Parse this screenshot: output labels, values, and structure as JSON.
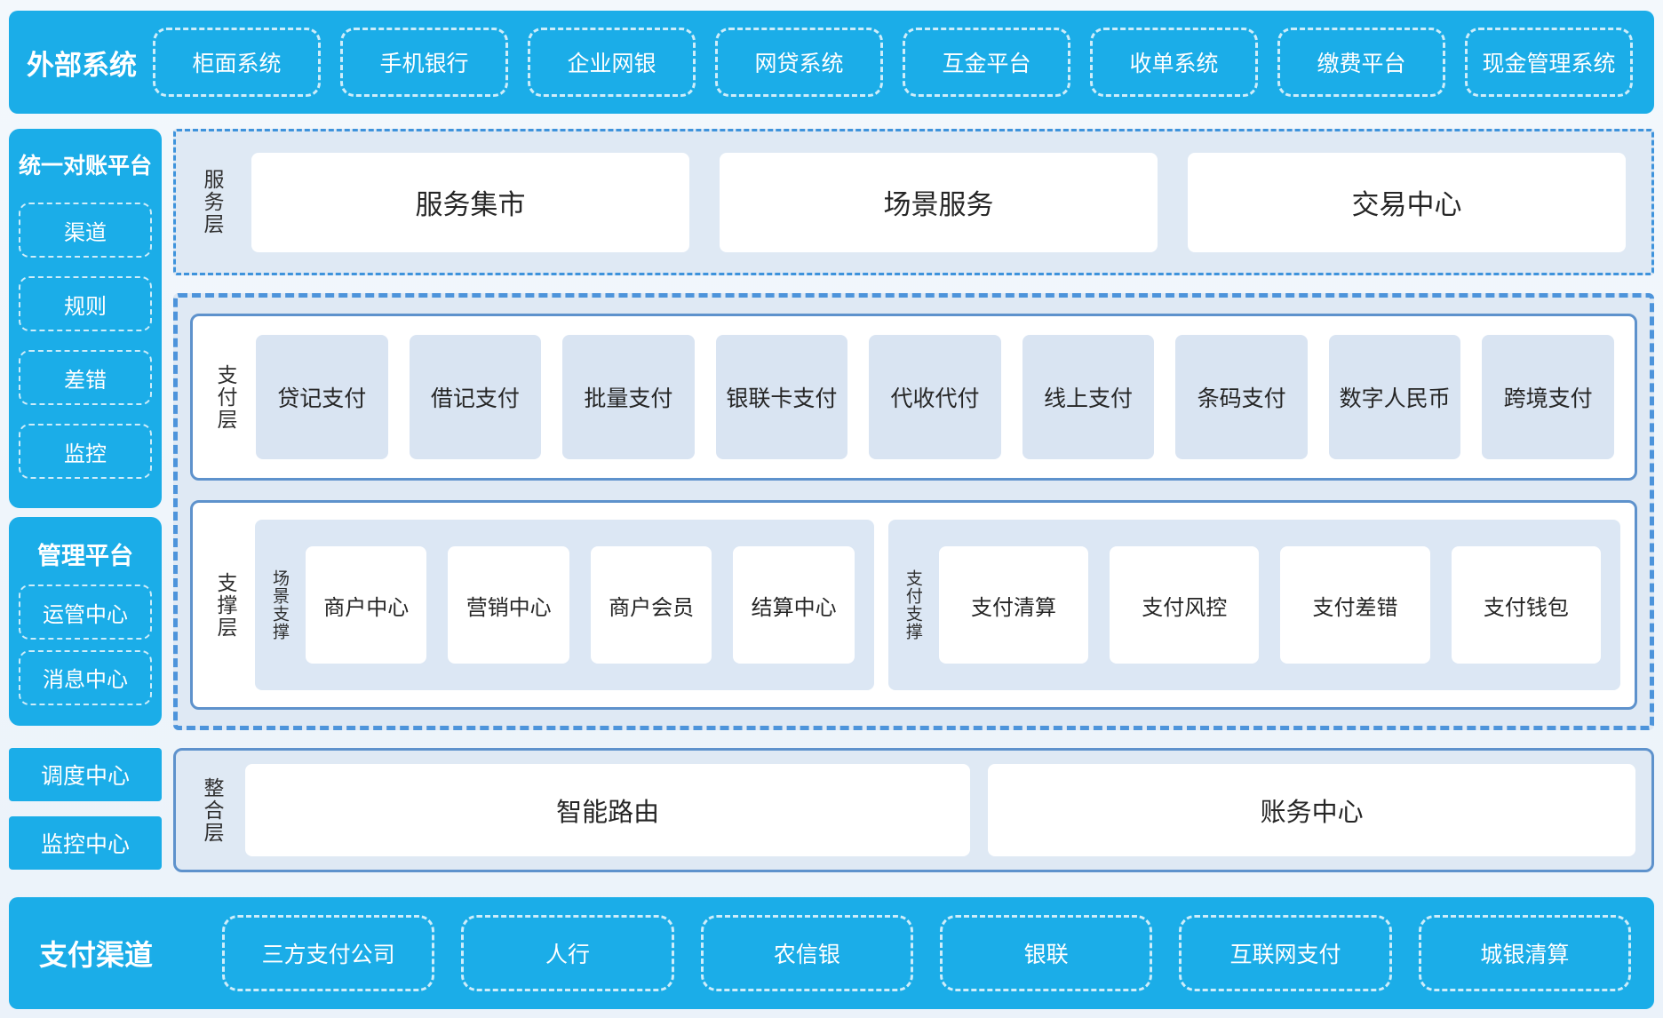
{
  "colors": {
    "band_blue": "#1BADE8",
    "panel_light_blue": "#DFE9F4",
    "tile_blue": "#D9E4F2",
    "solid_border_blue": "#5E92CC",
    "dashed_border_blue": "#4D94DB",
    "text_dark": "#262626",
    "text_white": "#FFFFFF"
  },
  "external_systems": {
    "title": "外部系统",
    "items": [
      "柜面系统",
      "手机银行",
      "企业网银",
      "网贷系统",
      "互金平台",
      "收单系统",
      "缴费平台",
      "现金管理系统"
    ]
  },
  "reconciliation_platform": {
    "title": "统一对账平台",
    "items": [
      "渠道",
      "规则",
      "差错",
      "监控"
    ]
  },
  "management_platform": {
    "title": "管理平台",
    "items": [
      "运管中心",
      "消息中心"
    ]
  },
  "left_buttons": {
    "dispatch_center": "调度中心",
    "monitor_center": "监控中心"
  },
  "service_layer": {
    "label": "服务层",
    "items": [
      "服务集市",
      "场景服务",
      "交易中心"
    ]
  },
  "payment_layer": {
    "label": "支付层",
    "items": [
      "贷记支付",
      "借记支付",
      "批量支付",
      "银联卡支付",
      "代收代付",
      "线上支付",
      "条码支付",
      "数字人民币",
      "跨境支付"
    ]
  },
  "support_layer": {
    "label": "支撑层",
    "groups": [
      {
        "label": "场景支撑",
        "items": [
          "商户中心",
          "营销中心",
          "商户会员",
          "结算中心"
        ]
      },
      {
        "label": "支付支撑",
        "items": [
          "支付清算",
          "支付风控",
          "支付差错",
          "支付钱包"
        ]
      }
    ]
  },
  "integration_layer": {
    "label": "整合层",
    "items": [
      "智能路由",
      "账务中心"
    ]
  },
  "payment_channels": {
    "title": "支付渠道",
    "items": [
      "三方支付公司",
      "人行",
      "农信银",
      "银联",
      "互联网支付",
      "城银清算"
    ]
  }
}
